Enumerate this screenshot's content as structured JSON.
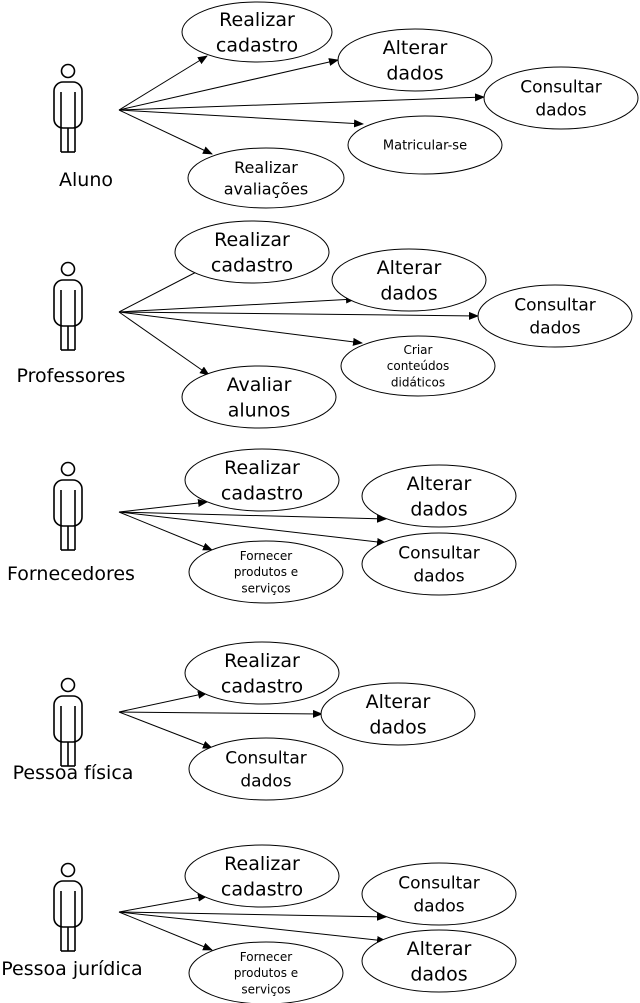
{
  "colors": {
    "stroke": "#000000",
    "fill": "#ffffff",
    "text": "#000000"
  },
  "actors": [
    {
      "name": "Aluno",
      "use_cases": [
        {
          "label": [
            "Realizar",
            "cadastro"
          ]
        },
        {
          "label": [
            "Alterar",
            "dados"
          ]
        },
        {
          "label": [
            "Consultar",
            "dados"
          ]
        },
        {
          "label": [
            "Matricular-se"
          ]
        },
        {
          "label": [
            "Realizar",
            "avaliações"
          ]
        }
      ]
    },
    {
      "name": "Professores",
      "use_cases": [
        {
          "label": [
            "Realizar",
            "cadastro"
          ]
        },
        {
          "label": [
            "Alterar",
            "dados"
          ]
        },
        {
          "label": [
            "Consultar",
            "dados"
          ]
        },
        {
          "label": [
            "Criar",
            "conteúdos",
            "didáticos"
          ]
        },
        {
          "label": [
            "Avaliar",
            "alunos"
          ]
        }
      ]
    },
    {
      "name": "Fornecedores",
      "use_cases": [
        {
          "label": [
            "Realizar",
            "cadastro"
          ]
        },
        {
          "label": [
            "Alterar",
            "dados"
          ]
        },
        {
          "label": [
            "Consultar",
            "dados"
          ]
        },
        {
          "label": [
            "Fornecer",
            "produtos e",
            "serviços"
          ]
        }
      ]
    },
    {
      "name": "Pessoa física",
      "use_cases": [
        {
          "label": [
            "Realizar",
            "cadastro"
          ]
        },
        {
          "label": [
            "Alterar",
            "dados"
          ]
        },
        {
          "label": [
            "Consultar",
            "dados"
          ]
        }
      ]
    },
    {
      "name": "Pessoa jurídica",
      "use_cases": [
        {
          "label": [
            "Realizar",
            "cadastro"
          ]
        },
        {
          "label": [
            "Consultar",
            "dados"
          ]
        },
        {
          "label": [
            "Alterar",
            "dados"
          ]
        },
        {
          "label": [
            "Fornecer",
            "produtos e",
            "serviços"
          ]
        }
      ]
    }
  ]
}
